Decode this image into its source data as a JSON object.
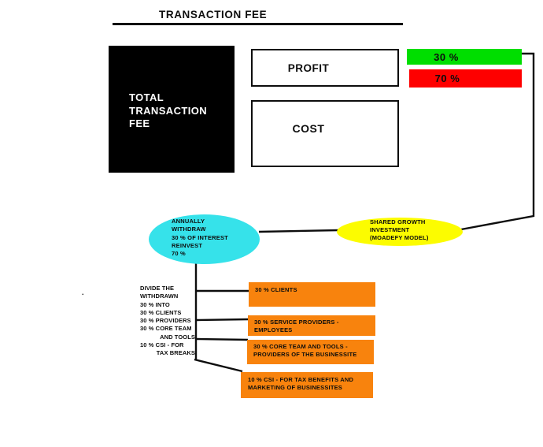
{
  "title": "TRANSACTION FEE",
  "colors": {
    "profit_share_bar": "#00DE00",
    "cost_share_bar": "#FE0000",
    "annual_ellipse": "#36E2EA",
    "shared_growth_ellipse": "#FCFC00",
    "allocation_box": "#F8830D",
    "total_fee_box": "#000000",
    "line": "#0D0D0D"
  },
  "total_fee_box": {
    "text": "TOTAL\nTRANSACTION\nFEE"
  },
  "profit_box": {
    "label": "PROFIT"
  },
  "cost_box": {
    "label": "COST"
  },
  "split_bars": {
    "profit_pct": "30 %",
    "cost_pct": "70 %"
  },
  "annual_ellipse": {
    "text": "ANNUALLY\nWITHDRAW\n30 % OF INTEREST\nREINVEST\n70 %"
  },
  "shared_growth_ellipse": {
    "text": "SHARED GROWTH\nINVESTMENT\n(MOADEFY MODEL)"
  },
  "divide_note": {
    "lines": [
      "DIVIDE THE",
      "WITHDRAWN",
      "30 % INTO",
      "30 % CLIENTS",
      "30 % PROVIDERS",
      "30 % CORE TEAM",
      "AND TOOLS",
      "10 % CSI - FOR",
      "TAX BREAKS"
    ]
  },
  "allocation_boxes": [
    {
      "text": "30 % CLIENTS"
    },
    {
      "text": "30 % SERVICE PROVIDERS -\nEMPLOYEES"
    },
    {
      "text": "30 % CORE TEAM AND TOOLS -\nPROVIDERS OF THE BUSINESSITE"
    },
    {
      "text": "10 % CSI - FOR TAX BENEFITS AND\nMARKETING OF BUSINESSITES"
    }
  ],
  "stray_dot": "."
}
